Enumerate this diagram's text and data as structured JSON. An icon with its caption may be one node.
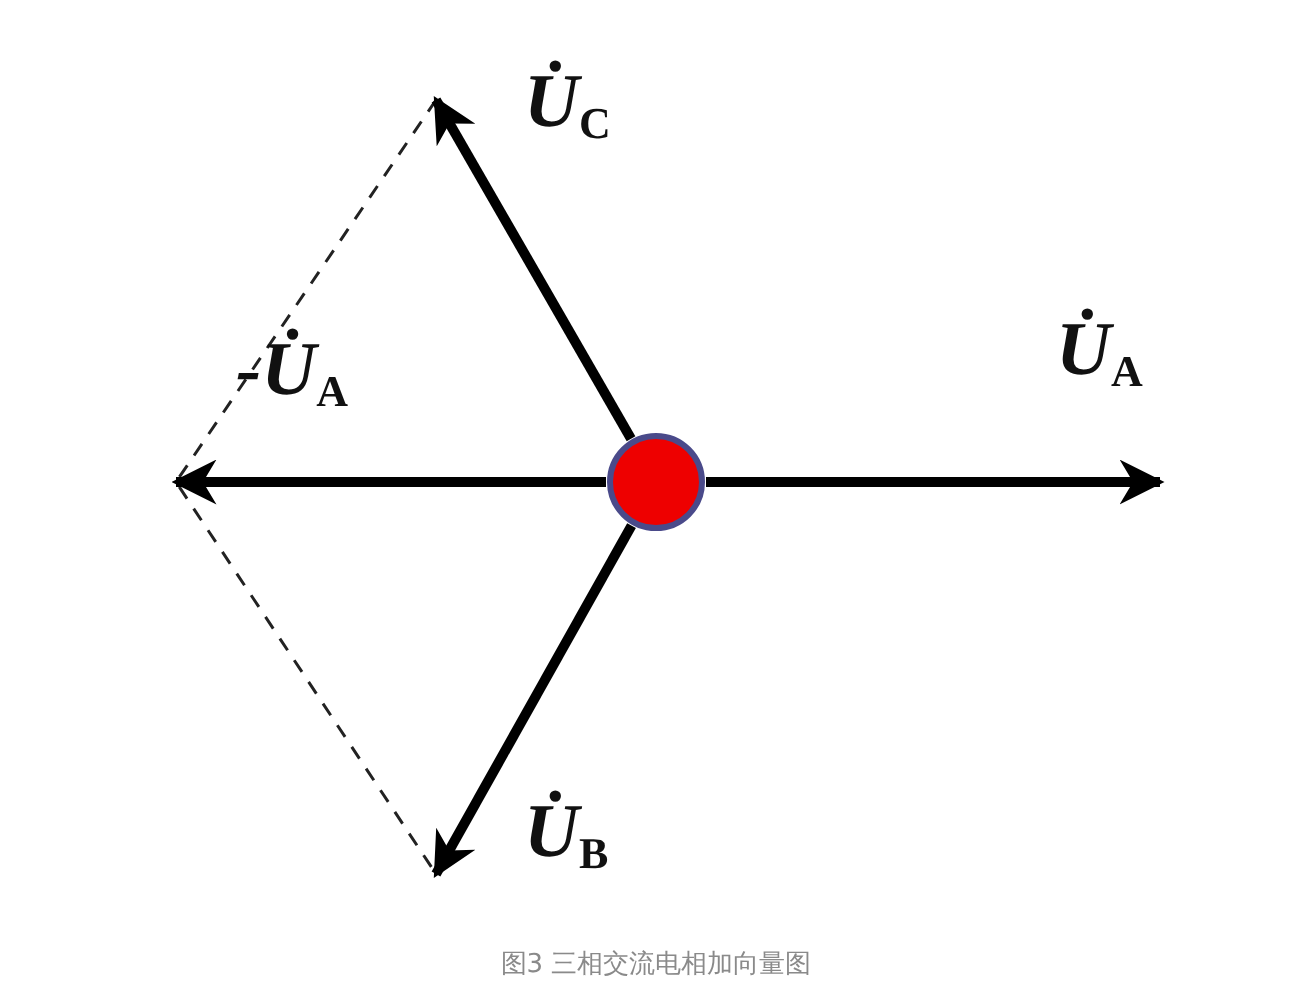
{
  "diagram": {
    "caption": "图3 三相交流电相加向量图",
    "nodes": [
      {
        "text": [],
        "shape": "circle"
      },
      {
        "text": [
          "U̇$_{C}$"
        ]
      },
      {
        "text": [
          "-U̇$_{A}$"
        ]
      },
      {
        "text": [
          "U̇$_{A}$"
        ]
      },
      {
        "text": [
          "U̇$_{B}$"
        ]
      }
    ],
    "edges": [
      {
        "from": 0,
        "to": 1,
        "arrow": "to"
      },
      {
        "from": 0,
        "to": 2,
        "arrow": "to"
      },
      {
        "from": 0,
        "to": 3,
        "arrow": "to"
      },
      {
        "from": 0,
        "to": 4,
        "arrow": "to"
      }
    ]
  }
}
